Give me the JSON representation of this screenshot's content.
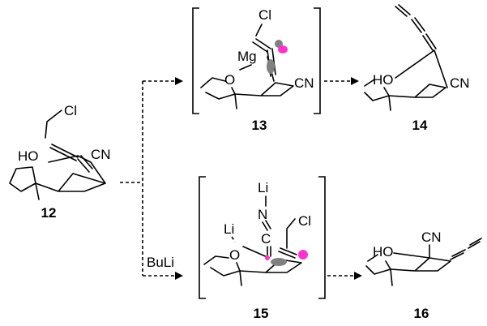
{
  "compounds": {
    "c12": {
      "number": "12",
      "cl": "Cl",
      "ho": "HO",
      "cn": "CN"
    },
    "c13": {
      "number": "13",
      "cl": "Cl",
      "mg": "Mg",
      "o": "O",
      "cn": "CN"
    },
    "c14": {
      "number": "14",
      "ho": "HO",
      "cn": "CN"
    },
    "c15": {
      "number": "15",
      "li1": "Li",
      "n": "N",
      "li2": "Li",
      "c": "C",
      "cl": "Cl",
      "o": "O"
    },
    "c16": {
      "number": "16",
      "ho": "HO",
      "cn": "CN"
    }
  },
  "reagents": {
    "lower_arrow": "BuLi"
  },
  "colors": {
    "bond": "#000000",
    "magenta_lobe": "#ff33cc",
    "gray_lobe": "#808080"
  }
}
